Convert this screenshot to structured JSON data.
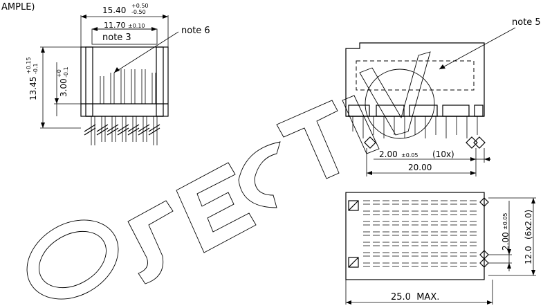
{
  "header": {
    "sample_label": "AMPLE)"
  },
  "front_view": {
    "width_dim": "15.40",
    "width_tol_plus": "+0.50",
    "width_tol_minus": "-0.50",
    "inner_dim": "11.70",
    "inner_tol": "±0.10",
    "note_3": "note 3",
    "note_6": "note 6",
    "height_dim": "13.45",
    "height_tol_plus": "+0.15",
    "height_tol_minus": "-0.1",
    "tail_dim": "3.00",
    "tail_tol_plus": "+0",
    "tail_tol_minus": "-0.1"
  },
  "side_view": {
    "note_5": "note 5",
    "pitch_dim": "2.00",
    "pitch_tol": "±0.05",
    "pitch_count": "(10x)",
    "total_dim": "20.00"
  },
  "bottom_view": {
    "max_dim": "25.0  MAX.",
    "pitch_dim": "2.00",
    "pitch_tol": "±0.05",
    "span_dim": "12.0",
    "span_count": "(6x2.0)"
  },
  "watermark": {
    "letters": [
      "O",
      "J",
      "E",
      "C",
      "T",
      "I",
      "V"
    ]
  }
}
